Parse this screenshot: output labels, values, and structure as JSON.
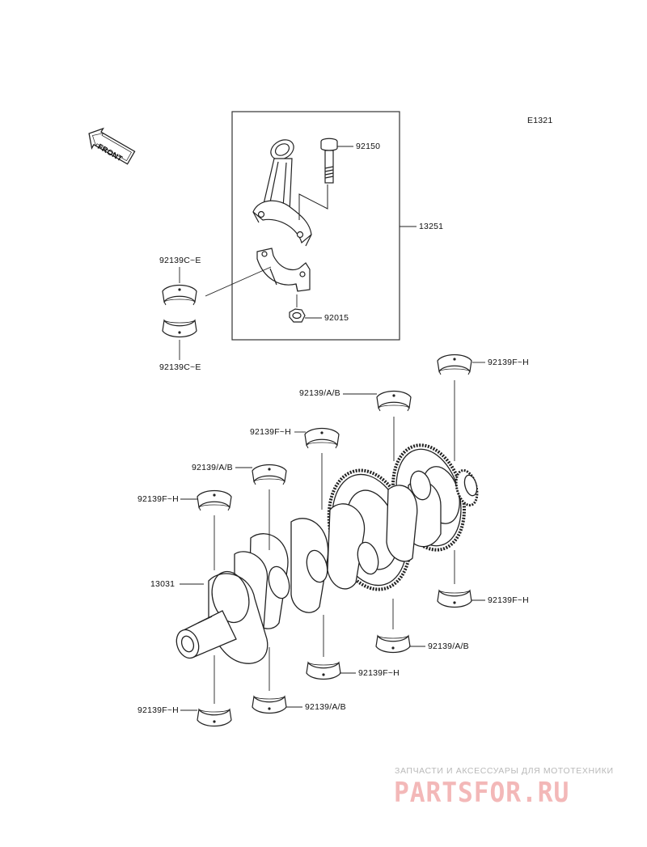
{
  "diagram": {
    "code": "E1321",
    "front_label": "FRONT",
    "parts": {
      "p13251": "13251",
      "p92150": "92150",
      "p92015": "92015",
      "p13031": "13031",
      "bearing_ce_upper": "92139C~E",
      "bearing_ce_lower": "92139C~E",
      "fh_1": "92139F~H",
      "fh_2": "92139F~H",
      "fh_3": "92139F~H",
      "fh_4": "92139F~H",
      "fh_5": "92139F~H",
      "fh_6": "92139F~H",
      "ab_1": "92139/A/B",
      "ab_2": "92139/A/B",
      "ab_3": "92139/A/B",
      "ab_4": "92139/A/B"
    }
  },
  "watermark": {
    "tagline": "ЗАПЧАСТИ И АКСЕССУАРЫ ДЛЯ МОТОТЕХНИКИ",
    "logo": "PARTSFOR.RU"
  }
}
